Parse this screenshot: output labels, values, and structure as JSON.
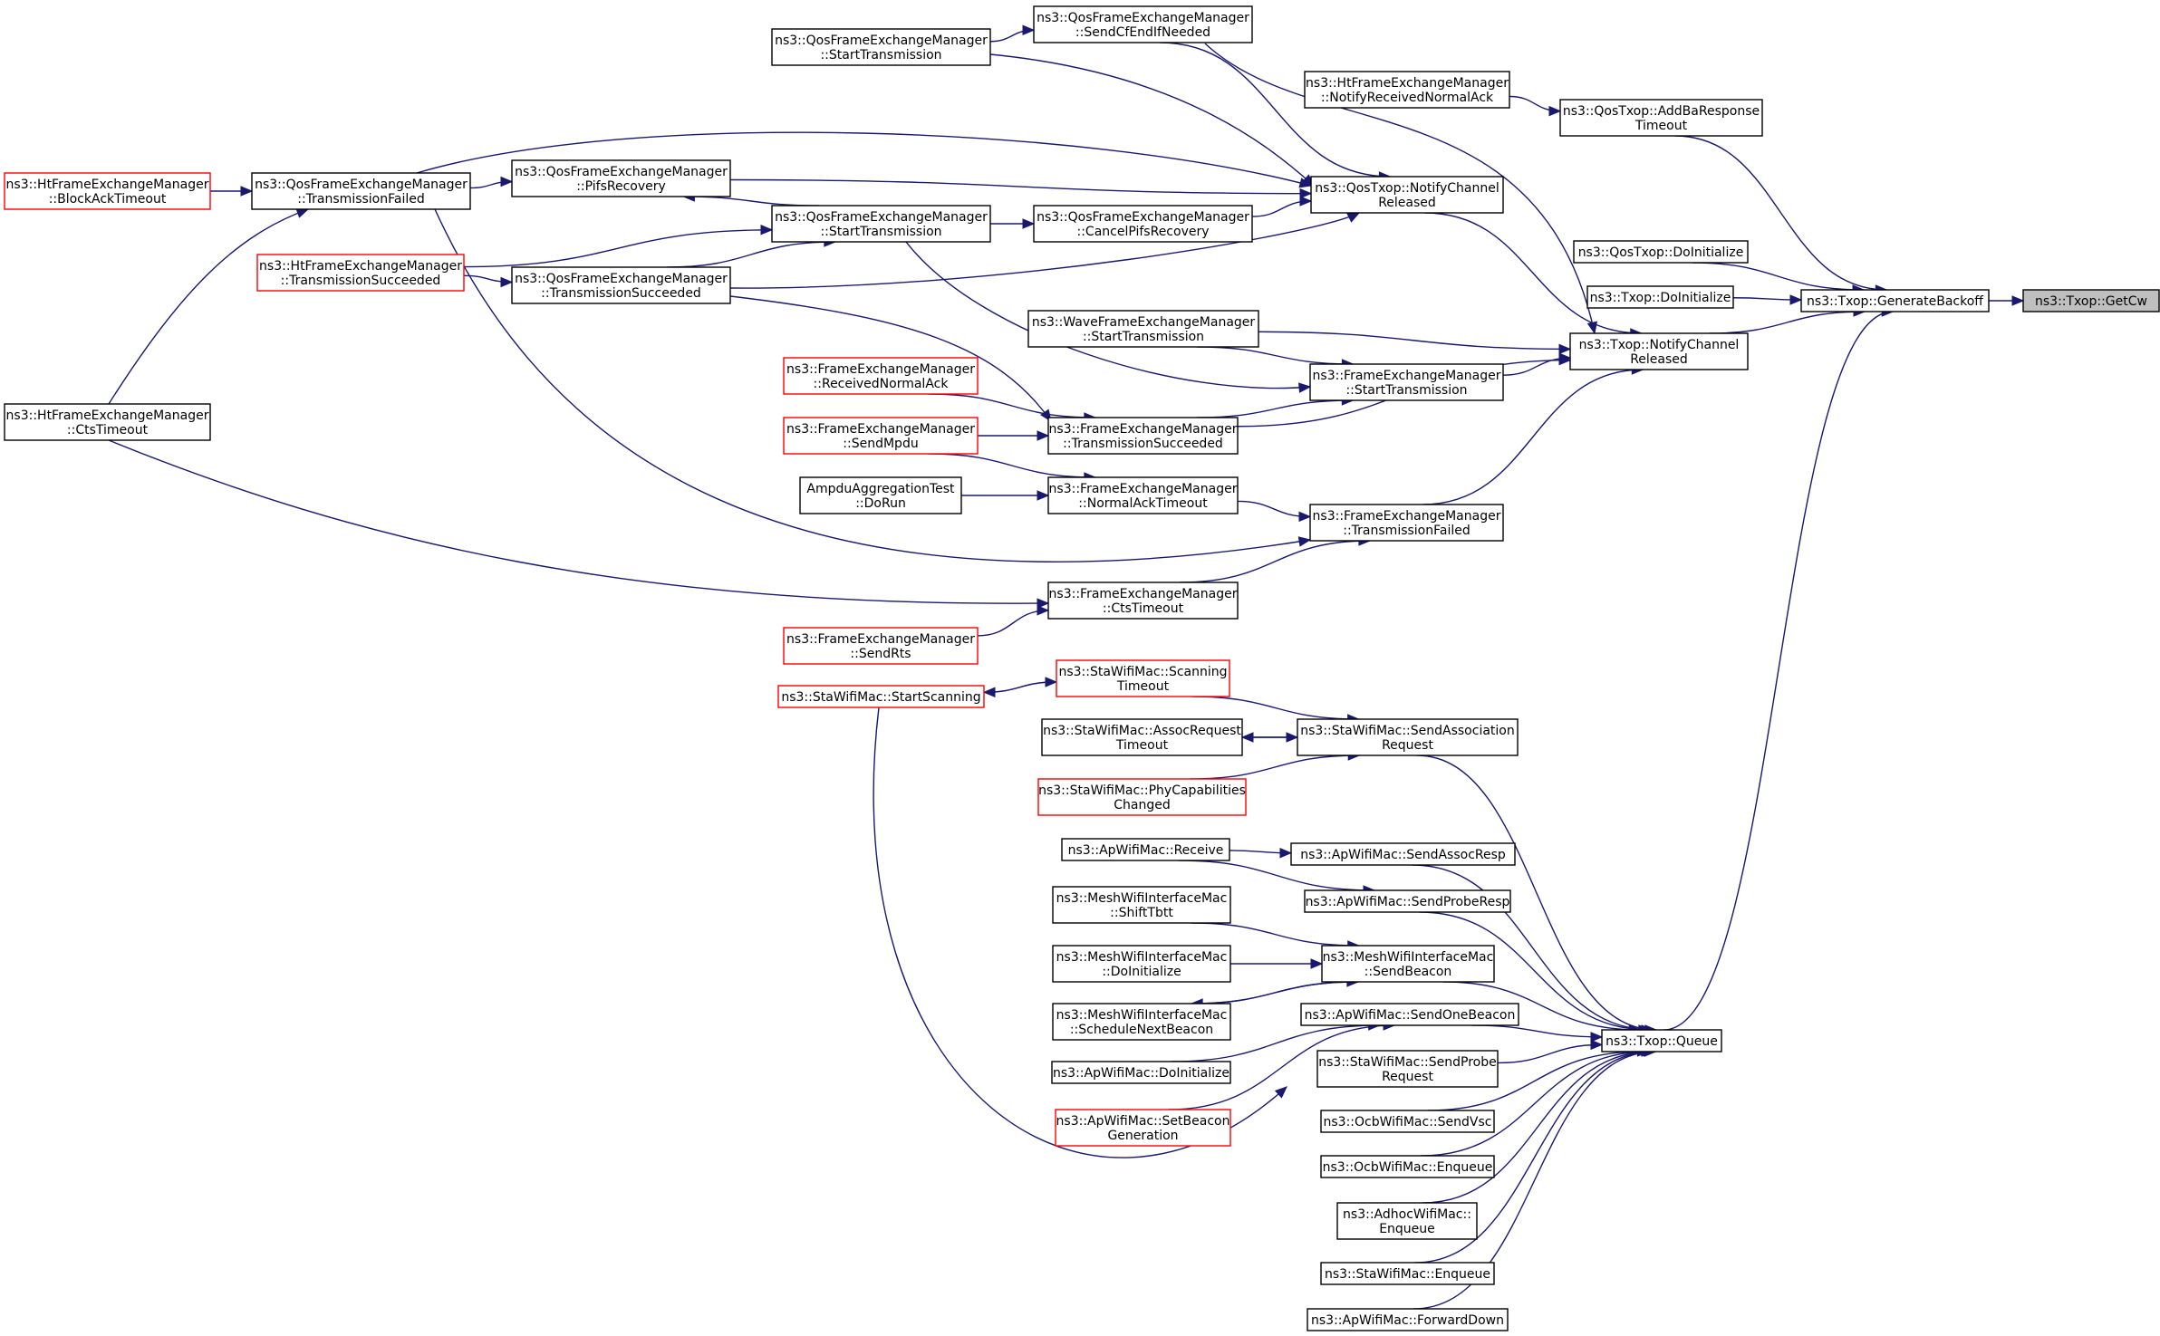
{
  "colors": {
    "edge": "#191970",
    "border_default": "#000000",
    "border_truncated": "#ff0000",
    "focus_fill": "#bfbfbf",
    "node_fill": "#ffffff"
  },
  "nodes": [
    {
      "id": "getcw",
      "lines": [
        "ns3::Txop::GetCw"
      ],
      "style": "focus"
    },
    {
      "id": "genbackoff",
      "lines": [
        "ns3::Txop::GenerateBackoff"
      ],
      "style": "normal"
    },
    {
      "id": "addba",
      "lines": [
        "ns3::QosTxop::AddBaResponse",
        "Timeout"
      ],
      "style": "normal"
    },
    {
      "id": "qosdoinit",
      "lines": [
        "ns3::QosTxop::DoInitialize"
      ],
      "style": "normal"
    },
    {
      "id": "txopdoinit",
      "lines": [
        "ns3::Txop::DoInitialize"
      ],
      "style": "normal"
    },
    {
      "id": "txopncr",
      "lines": [
        "ns3::Txop::NotifyChannel",
        "Released"
      ],
      "style": "normal"
    },
    {
      "id": "queue",
      "lines": [
        "ns3::Txop::Queue"
      ],
      "style": "normal"
    },
    {
      "id": "htnrna",
      "lines": [
        "ns3::HtFrameExchangeManager",
        "::NotifyReceivedNormalAck"
      ],
      "style": "normal"
    },
    {
      "id": "qfsendcf",
      "lines": [
        "ns3::QosFrameExchangeManager",
        "::SendCfEndIfNeeded"
      ],
      "style": "normal"
    },
    {
      "id": "qosncr",
      "lines": [
        "ns3::QosTxop::NotifyChannel",
        "Released"
      ],
      "style": "normal"
    },
    {
      "id": "qfst1",
      "lines": [
        "ns3::QosFrameExchangeManager",
        "::StartTransmission"
      ],
      "style": "normal"
    },
    {
      "id": "qfpifs",
      "lines": [
        "ns3::QosFrameExchangeManager",
        "::PifsRecovery"
      ],
      "style": "normal"
    },
    {
      "id": "qftf",
      "lines": [
        "ns3::QosFrameExchangeManager",
        "::TransmissionFailed"
      ],
      "style": "normal"
    },
    {
      "id": "htbat",
      "lines": [
        "ns3::HtFrameExchangeManager",
        "::BlockAckTimeout"
      ],
      "style": "truncated"
    },
    {
      "id": "qfst2",
      "lines": [
        "ns3::QosFrameExchangeManager",
        "::StartTransmission"
      ],
      "style": "normal"
    },
    {
      "id": "qfcancel",
      "lines": [
        "ns3::QosFrameExchangeManager",
        "::CancelPifsRecovery"
      ],
      "style": "normal"
    },
    {
      "id": "htts",
      "lines": [
        "ns3::HtFrameExchangeManager",
        "::TransmissionSucceeded"
      ],
      "style": "truncated"
    },
    {
      "id": "qfts",
      "lines": [
        "ns3::QosFrameExchangeManager",
        "::TransmissionSucceeded"
      ],
      "style": "normal"
    },
    {
      "id": "htcts",
      "lines": [
        "ns3::HtFrameExchangeManager",
        "::CtsTimeout"
      ],
      "style": "normal"
    },
    {
      "id": "wavest",
      "lines": [
        "ns3::WaveFrameExchangeManager",
        "::StartTransmission"
      ],
      "style": "normal"
    },
    {
      "id": "fest",
      "lines": [
        "ns3::FrameExchangeManager",
        "::StartTransmission"
      ],
      "style": "normal"
    },
    {
      "id": "ferna",
      "lines": [
        "ns3::FrameExchangeManager",
        "::ReceivedNormalAck"
      ],
      "style": "truncated"
    },
    {
      "id": "fesendmpdu",
      "lines": [
        "ns3::FrameExchangeManager",
        "::SendMpdu"
      ],
      "style": "truncated"
    },
    {
      "id": "fets",
      "lines": [
        "ns3::FrameExchangeManager",
        "::TransmissionSucceeded"
      ],
      "style": "normal"
    },
    {
      "id": "ampdu",
      "lines": [
        "AmpduAggregationTest",
        "::DoRun"
      ],
      "style": "normal"
    },
    {
      "id": "fenat",
      "lines": [
        "ns3::FrameExchangeManager",
        "::NormalAckTimeout"
      ],
      "style": "normal"
    },
    {
      "id": "fetf",
      "lines": [
        "ns3::FrameExchangeManager",
        "::TransmissionFailed"
      ],
      "style": "normal"
    },
    {
      "id": "fects",
      "lines": [
        "ns3::FrameExchangeManager",
        "::CtsTimeout"
      ],
      "style": "normal"
    },
    {
      "id": "fesendrts",
      "lines": [
        "ns3::FrameExchangeManager",
        "::SendRts"
      ],
      "style": "truncated"
    },
    {
      "id": "stascanto",
      "lines": [
        "ns3::StaWifiMac::Scanning",
        "Timeout"
      ],
      "style": "truncated"
    },
    {
      "id": "stastartscan",
      "lines": [
        "ns3::StaWifiMac::StartScanning"
      ],
      "style": "truncated"
    },
    {
      "id": "stasendassoc",
      "lines": [
        "ns3::StaWifiMac::SendAssociation",
        "Request"
      ],
      "style": "normal"
    },
    {
      "id": "staassocto",
      "lines": [
        "ns3::StaWifiMac::AssocRequest",
        "Timeout"
      ],
      "style": "normal"
    },
    {
      "id": "staphycap",
      "lines": [
        "ns3::StaWifiMac::PhyCapabilities",
        "Changed"
      ],
      "style": "truncated"
    },
    {
      "id": "aprecv",
      "lines": [
        "ns3::ApWifiMac::Receive"
      ],
      "style": "normal"
    },
    {
      "id": "apsendassoc",
      "lines": [
        "ns3::ApWifiMac::SendAssocResp"
      ],
      "style": "normal"
    },
    {
      "id": "apsendprobe",
      "lines": [
        "ns3::ApWifiMac::SendProbeResp"
      ],
      "style": "normal"
    },
    {
      "id": "meshshift",
      "lines": [
        "ns3::MeshWifiInterfaceMac",
        "::ShiftTbtt"
      ],
      "style": "normal"
    },
    {
      "id": "meshdoinit",
      "lines": [
        "ns3::MeshWifiInterfaceMac",
        "::DoInitialize"
      ],
      "style": "normal"
    },
    {
      "id": "meshsendbeacon",
      "lines": [
        "ns3::MeshWifiInterfaceMac",
        "::SendBeacon"
      ],
      "style": "normal"
    },
    {
      "id": "meshsched",
      "lines": [
        "ns3::MeshWifiInterfaceMac",
        "::ScheduleNextBeacon"
      ],
      "style": "normal"
    },
    {
      "id": "apsendone",
      "lines": [
        "ns3::ApWifiMac::SendOneBeacon"
      ],
      "style": "normal"
    },
    {
      "id": "apdoinit",
      "lines": [
        "ns3::ApWifiMac::DoInitialize"
      ],
      "style": "normal"
    },
    {
      "id": "stasendprobe",
      "lines": [
        "ns3::StaWifiMac::SendProbe",
        "Request"
      ],
      "style": "normal"
    },
    {
      "id": "apsetbeacon",
      "lines": [
        "ns3::ApWifiMac::SetBeacon",
        "Generation"
      ],
      "style": "truncated"
    },
    {
      "id": "ocbsendvsc",
      "lines": [
        "ns3::OcbWifiMac::SendVsc"
      ],
      "style": "normal"
    },
    {
      "id": "ocbenq",
      "lines": [
        "ns3::OcbWifiMac::Enqueue"
      ],
      "style": "normal"
    },
    {
      "id": "adhocenq",
      "lines": [
        "ns3::AdhocWifiMac::",
        "Enqueue"
      ],
      "style": "normal"
    },
    {
      "id": "staenq",
      "lines": [
        "ns3::StaWifiMac::Enqueue"
      ],
      "style": "normal"
    },
    {
      "id": "apfwd",
      "lines": [
        "ns3::ApWifiMac::ForwardDown"
      ],
      "style": "normal"
    }
  ],
  "edges": [
    {
      "from": "getcw",
      "to": "genbackoff"
    },
    {
      "from": "genbackoff",
      "to": "addba"
    },
    {
      "from": "genbackoff",
      "to": "qosdoinit"
    },
    {
      "from": "genbackoff",
      "to": "txopdoinit"
    },
    {
      "from": "genbackoff",
      "to": "txopncr"
    },
    {
      "from": "genbackoff",
      "to": "queue"
    },
    {
      "from": "addba",
      "to": "htnrna"
    },
    {
      "from": "txopncr",
      "to": "qosncr"
    },
    {
      "from": "txopncr",
      "to": "qfsendcf"
    },
    {
      "from": "txopncr",
      "to": "wavest"
    },
    {
      "from": "txopncr",
      "to": "fest"
    },
    {
      "from": "txopncr",
      "to": "fets"
    },
    {
      "from": "txopncr",
      "to": "fetf"
    },
    {
      "from": "qosncr",
      "to": "qfsendcf"
    },
    {
      "from": "qosncr",
      "to": "qfst1"
    },
    {
      "from": "qosncr",
      "to": "qftf"
    },
    {
      "from": "qosncr",
      "to": "qfpifs"
    },
    {
      "from": "qosncr",
      "to": "qfcancel"
    },
    {
      "from": "qosncr",
      "to": "qfts"
    },
    {
      "from": "qfsendcf",
      "to": "qfst1"
    },
    {
      "from": "qfcancel",
      "to": "qfst2"
    },
    {
      "from": "qfpifs",
      "to": "qfst2"
    },
    {
      "from": "qfpifs",
      "to": "qftf"
    },
    {
      "from": "qftf",
      "to": "htbat"
    },
    {
      "from": "qftf",
      "to": "htcts"
    },
    {
      "from": "qfst2",
      "to": "htts"
    },
    {
      "from": "qfst2",
      "to": "qfts"
    },
    {
      "from": "qfts",
      "to": "htts"
    },
    {
      "from": "fest",
      "to": "qfst2"
    },
    {
      "from": "fest",
      "to": "wavest"
    },
    {
      "from": "fest",
      "to": "fets"
    },
    {
      "from": "fets",
      "to": "qfts"
    },
    {
      "from": "fets",
      "to": "ferna"
    },
    {
      "from": "fets",
      "to": "fesendmpdu"
    },
    {
      "from": "fetf",
      "to": "qftf"
    },
    {
      "from": "fetf",
      "to": "fenat"
    },
    {
      "from": "fetf",
      "to": "fects"
    },
    {
      "from": "fenat",
      "to": "ampdu"
    },
    {
      "from": "fenat",
      "to": "fesendmpdu"
    },
    {
      "from": "fects",
      "to": "htcts"
    },
    {
      "from": "fects",
      "to": "fesendrts"
    },
    {
      "from": "queue",
      "to": "stasendassoc"
    },
    {
      "from": "queue",
      "to": "apsendassoc"
    },
    {
      "from": "queue",
      "to": "apsendprobe"
    },
    {
      "from": "queue",
      "to": "meshsendbeacon"
    },
    {
      "from": "queue",
      "to": "apsendone"
    },
    {
      "from": "queue",
      "to": "stasendprobe"
    },
    {
      "from": "queue",
      "to": "ocbsendvsc"
    },
    {
      "from": "queue",
      "to": "ocbenq"
    },
    {
      "from": "queue",
      "to": "adhocenq"
    },
    {
      "from": "queue",
      "to": "staenq"
    },
    {
      "from": "queue",
      "to": "apfwd"
    },
    {
      "from": "stasendassoc",
      "to": "stascanto"
    },
    {
      "from": "stasendassoc",
      "to": "staassocto"
    },
    {
      "from": "stasendassoc",
      "to": "staphycap"
    },
    {
      "from": "staassocto",
      "to": "stasendassoc"
    },
    {
      "from": "stascanto",
      "to": "stastartscan"
    },
    {
      "from": "stastartscan",
      "to": "stascanto"
    },
    {
      "from": "stasendprobe",
      "to": "stastartscan"
    },
    {
      "from": "apsendassoc",
      "to": "aprecv"
    },
    {
      "from": "apsendprobe",
      "to": "aprecv"
    },
    {
      "from": "meshsendbeacon",
      "to": "meshshift"
    },
    {
      "from": "meshsendbeacon",
      "to": "meshdoinit"
    },
    {
      "from": "meshsendbeacon",
      "to": "meshsched"
    },
    {
      "from": "meshsched",
      "to": "meshsendbeacon"
    },
    {
      "from": "apsendone",
      "to": "apdoinit"
    },
    {
      "from": "apsendone",
      "to": "apsetbeacon"
    }
  ]
}
